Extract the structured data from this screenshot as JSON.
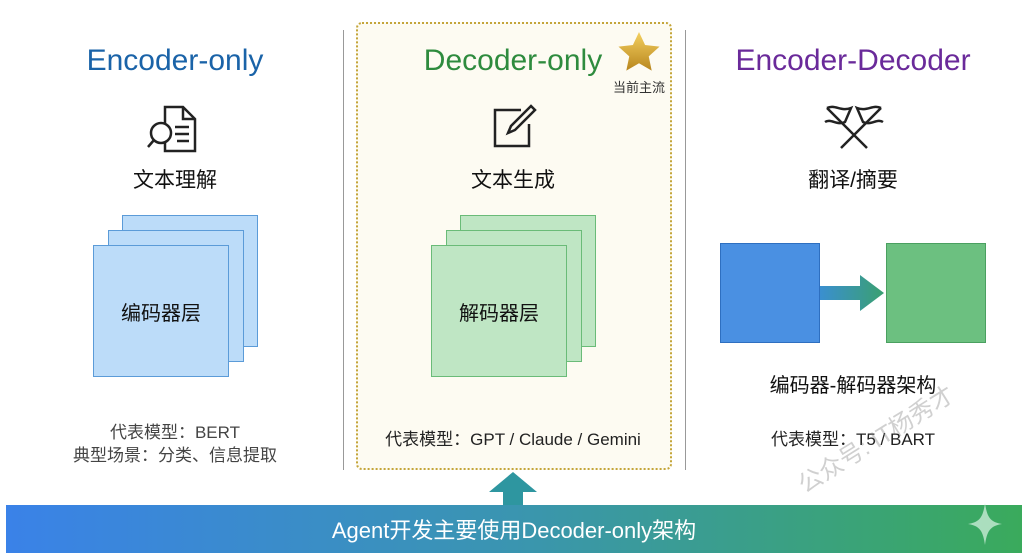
{
  "columns": [
    {
      "title": "Encoder-only",
      "title_color": "#1a63a8",
      "icon": "document-search-icon",
      "task": "文本理解",
      "layer": "编码器层",
      "desc": [
        "代表模型：BERT",
        "典型场景：分类、信息提取"
      ]
    },
    {
      "title": "Decoder-only",
      "title_color": "#2e8b3e",
      "icon": "edit-pencil-icon",
      "task": "文本生成",
      "layer": "解码器层",
      "desc": [
        "代表模型：GPT / Claude / Gemini"
      ],
      "badge": "当前主流"
    },
    {
      "title": "Encoder-Decoder",
      "title_color": "#6a2a9a",
      "icon": "crossed-flags-icon",
      "task": "翻译/摘要",
      "layer": "编码器-解码器架构",
      "desc": [
        "代表模型：T5 / BART"
      ]
    }
  ],
  "banner": "Agent开发主要使用Decoder-only架构",
  "watermark": "公众号: IT杨秀才"
}
